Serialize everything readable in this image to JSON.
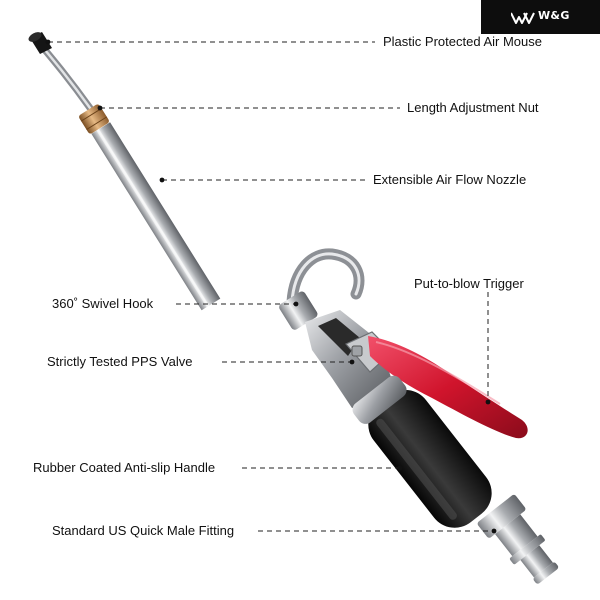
{
  "brand": {
    "name": "W&G"
  },
  "callouts": {
    "air_mouse": "Plastic Protected Air Mouse",
    "adjust_nut": "Length Adjustment Nut",
    "nozzle": "Extensible Air Flow Nozzle",
    "trigger": "Put-to-blow Trigger",
    "hook": "360˚ Swivel Hook",
    "valve": "Strictly Tested PPS Valve",
    "handle": "Rubber Coated Anti-slip Handle",
    "fitting": "Standard US Quick Male Fitting"
  },
  "colors": {
    "trigger_red": "#d0142c",
    "handle_black": "#1c1c1c",
    "nut_brass": "#c0894f",
    "chrome": "#b9bcc0"
  }
}
